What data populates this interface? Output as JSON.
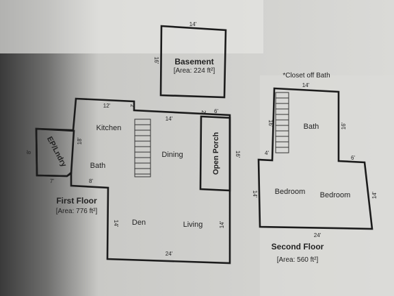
{
  "basement": {
    "title": "Basement",
    "area": "[Area: 224 ft²]",
    "dim_top": "14'",
    "dim_left": "16'"
  },
  "first_floor": {
    "title": "First Floor",
    "area": "[Area: 776 ft²]",
    "rooms": {
      "kitchen": "Kitchen",
      "dining": "Dining",
      "bath": "Bath",
      "den": "Den",
      "living": "Living",
      "ep_lndry": "EP/Lndry",
      "open_porch": "Open Porch"
    },
    "dims": {
      "top_left": "12'",
      "small_top": "2'",
      "middle_top": "14'",
      "small_porch": "2'",
      "porch_top": "6'",
      "left_18": "18'",
      "porch_right": "16'",
      "ep_left": "8'",
      "ep_bottom": "7'",
      "step_8": "8'",
      "den_left": "14'",
      "living_right": "14'",
      "bottom": "24'"
    }
  },
  "second_floor": {
    "note": "*Closet off Bath",
    "title": "Second Floor",
    "area": "[Area: 560 ft²]",
    "rooms": {
      "bath": "Bath",
      "bedroom_left": "Bedroom",
      "bedroom_right": "Bedroom"
    },
    "dims": {
      "top": "14'",
      "left_upper": "16'",
      "right_upper": "16'",
      "step_left": "4'",
      "step_right": "6'",
      "left_lower": "14'",
      "right_lower": "14'",
      "bottom": "24'"
    }
  }
}
